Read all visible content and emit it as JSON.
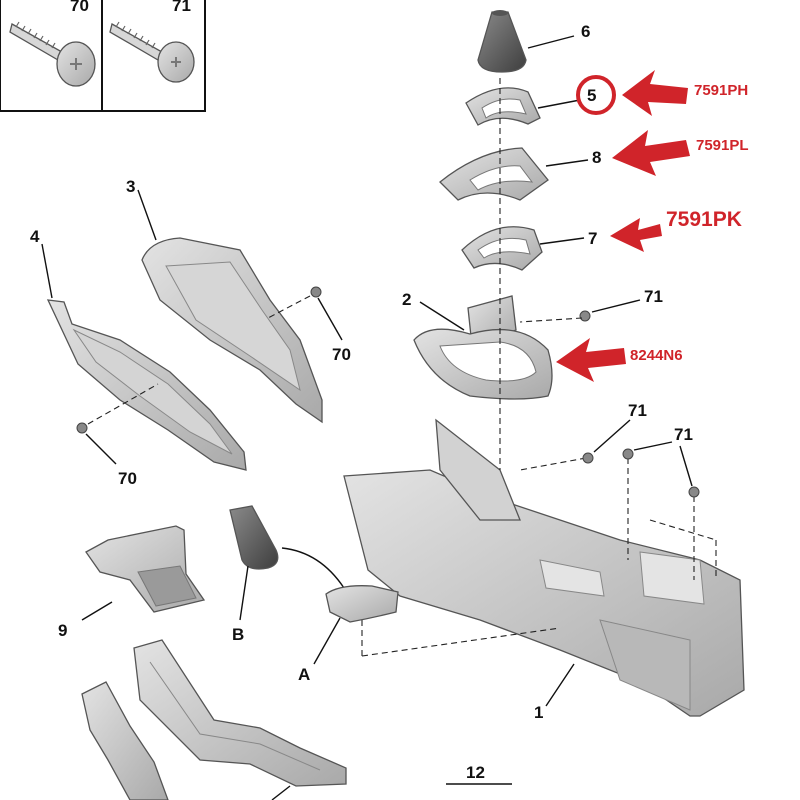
{
  "screws": {
    "screw_a_label": "70",
    "screw_b_label": "71"
  },
  "callouts": {
    "part_1": "1",
    "part_2": "2",
    "part_3": "3",
    "part_4": "4",
    "part_5": "5",
    "part_6": "6",
    "part_7": "7",
    "part_8": "8",
    "part_9": "9",
    "part_12": "12",
    "part_a": "A",
    "part_b": "B",
    "screw_70_upper": "70",
    "screw_70_lower": "70",
    "screw_71_upper": "71",
    "screw_71_middle": "71",
    "screw_71_right": "71"
  },
  "reference_codes": {
    "ref_part_5": "7591PH",
    "ref_part_8": "7591PL",
    "ref_part_7": "7591PK",
    "ref_part_2": "8244N6"
  },
  "colors": {
    "reference_red": "#d0242a",
    "part_gray": "#c9c9c9",
    "part_dark": "#5a5a5a"
  }
}
